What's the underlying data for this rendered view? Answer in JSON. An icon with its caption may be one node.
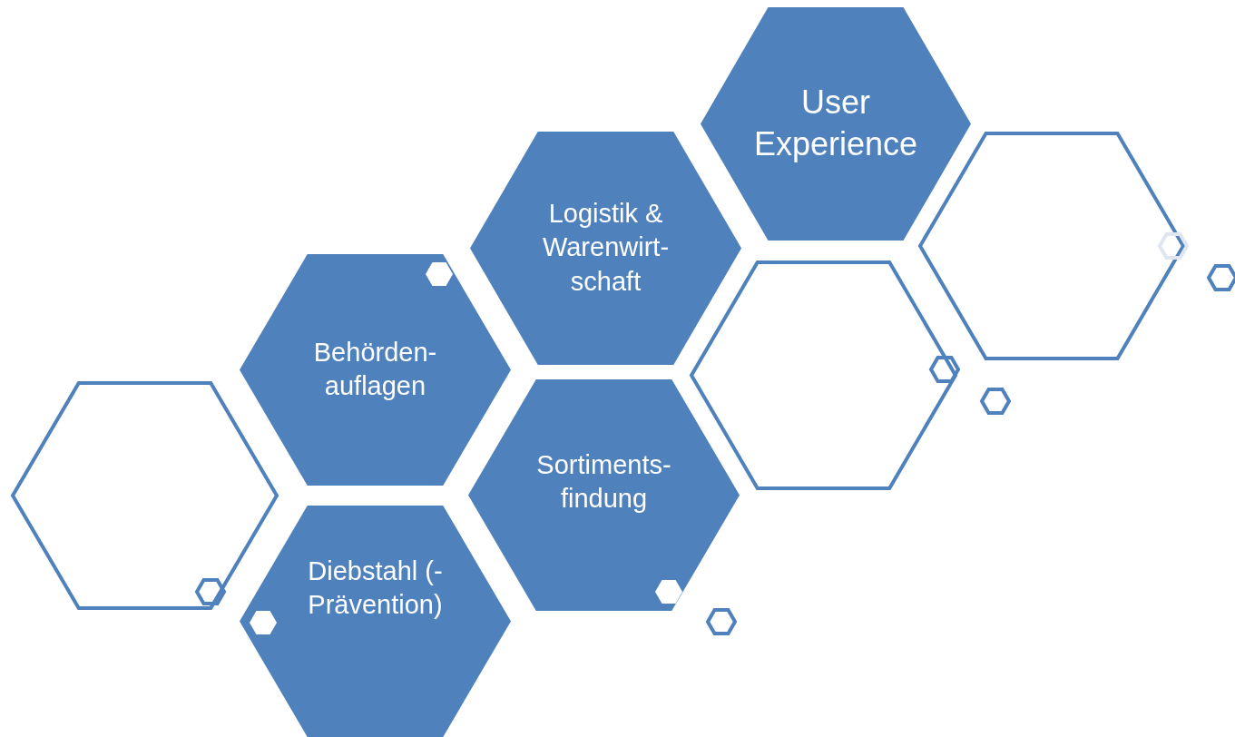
{
  "diagram": {
    "nodes": [
      {
        "text": [
          "User Experience"
        ]
      },
      {
        "text": [
          "Logistik & Warenwirt- schaft"
        ]
      },
      {
        "text": [],
        "shape": "hexagon"
      },
      {
        "text": [],
        "shape": "hexagon"
      },
      {
        "text": [
          "Behörden- auflagen"
        ]
      },
      {
        "text": [],
        "shape": "hexagon"
      },
      {
        "text": [
          "Sortiments- findung"
        ]
      },
      {
        "text": [
          "Diebstahl (-Prävention)"
        ]
      }
    ]
  }
}
